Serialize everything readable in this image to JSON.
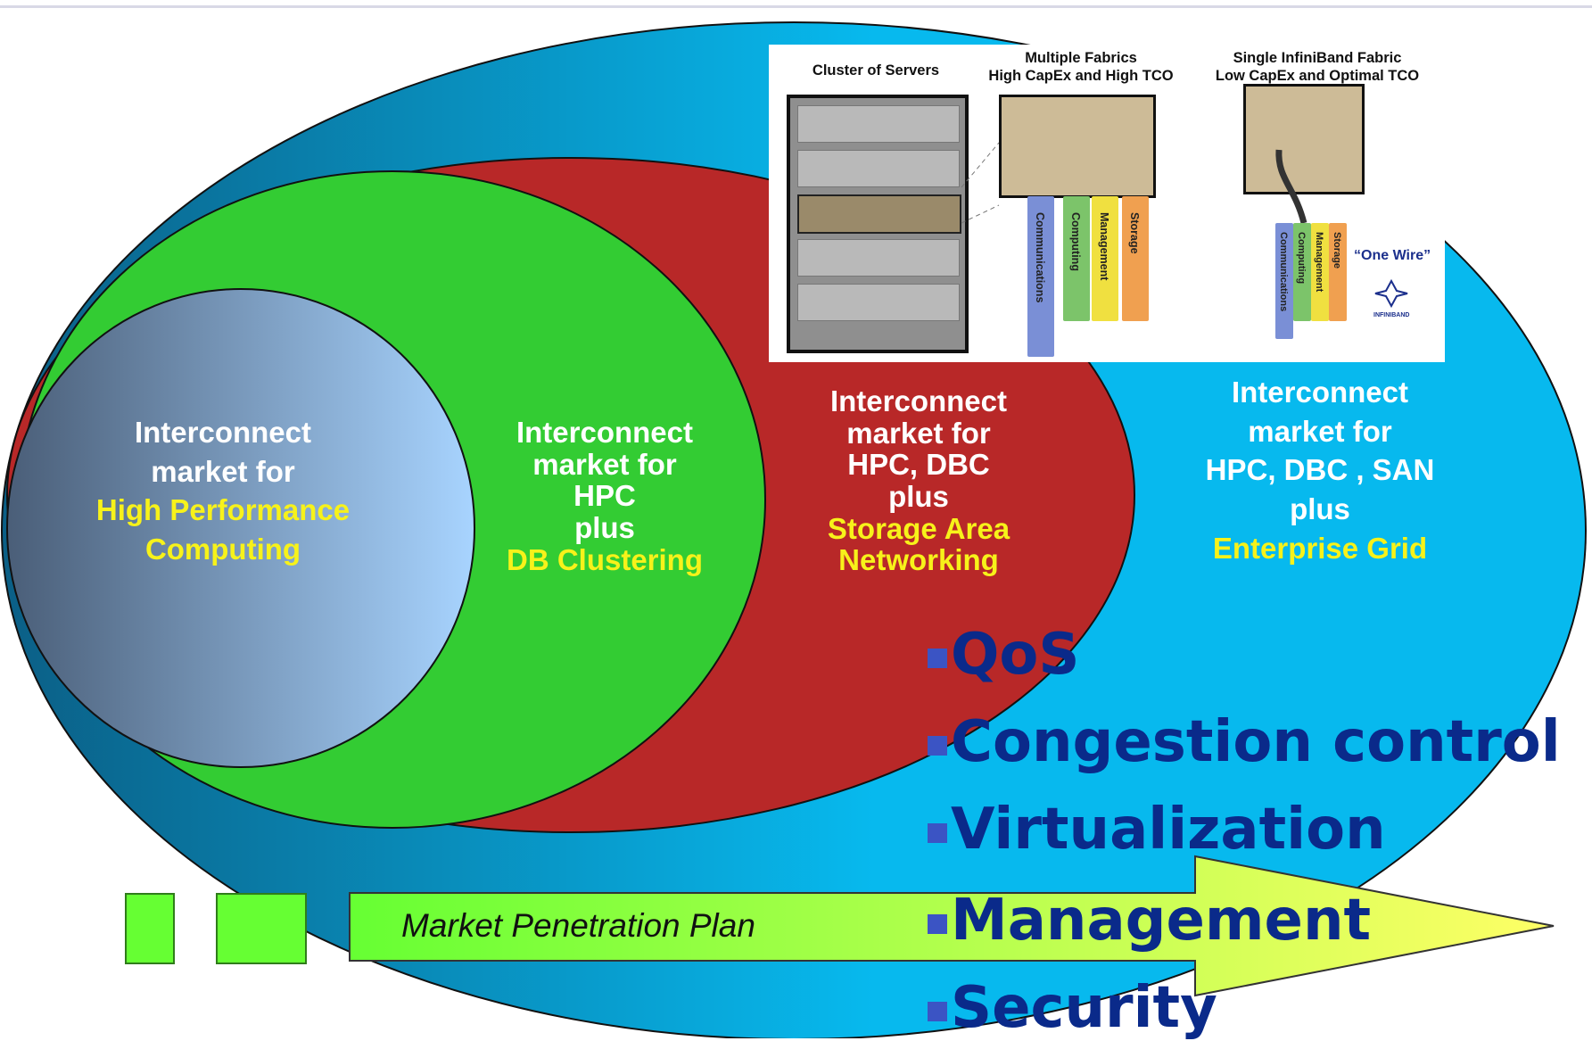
{
  "colors": {
    "outer_oval": "#07b9ee",
    "outer_oval_dark": "#0b5f86",
    "red_oval": "#b82828",
    "green_oval": "#33cc33",
    "hpc_circle_light": "#a8d4ff",
    "hpc_circle_dark": "#4a5e78",
    "highlight_text": "#f7f21a",
    "bullet_text": "#0a2a8a",
    "arrow_start": "#66ff33",
    "arrow_end": "#ffff66"
  },
  "markets": {
    "hpc": {
      "line1": "Interconnect",
      "line2": "market for",
      "hl1": "High Performance",
      "hl2": "Computing"
    },
    "db": {
      "line1": "Interconnect",
      "line2": "market for",
      "line3": "HPC",
      "line4": "plus",
      "hl1": "DB Clustering"
    },
    "san": {
      "line1": "Interconnect",
      "line2": "market  for",
      "line3": "HPC, DBC",
      "line4": "plus",
      "hl1": "Storage Area",
      "hl2": "Networking"
    },
    "grid": {
      "line1": "Interconnect",
      "line2": "market for",
      "line3": "HPC, DBC , SAN",
      "line4": "plus",
      "hl1": "Enterprise Grid"
    }
  },
  "inset": {
    "cluster_caption": "Cluster of Servers",
    "multi_caption_1": "Multiple Fabrics",
    "multi_caption_2": "High CapEx and High TCO",
    "single_caption_1": "Single InfiniBand Fabric",
    "single_caption_2": "Low CapEx and Optimal TCO",
    "multi_labels": [
      "Communications",
      "Computing",
      "Management",
      "Storage"
    ],
    "single_labels": [
      "Communications",
      "Computing",
      "Management",
      "Storage"
    ],
    "one_wire": "“One Wire”",
    "logo_text": "INFINIBAND",
    "cable_colors": [
      "#7a8fd6",
      "#7cc46a",
      "#f0e040",
      "#f0a050"
    ]
  },
  "features": [
    "QoS",
    "Congestion control",
    "Virtualization",
    "Management",
    "Security"
  ],
  "arrow": {
    "label": "Market Penetration Plan"
  }
}
